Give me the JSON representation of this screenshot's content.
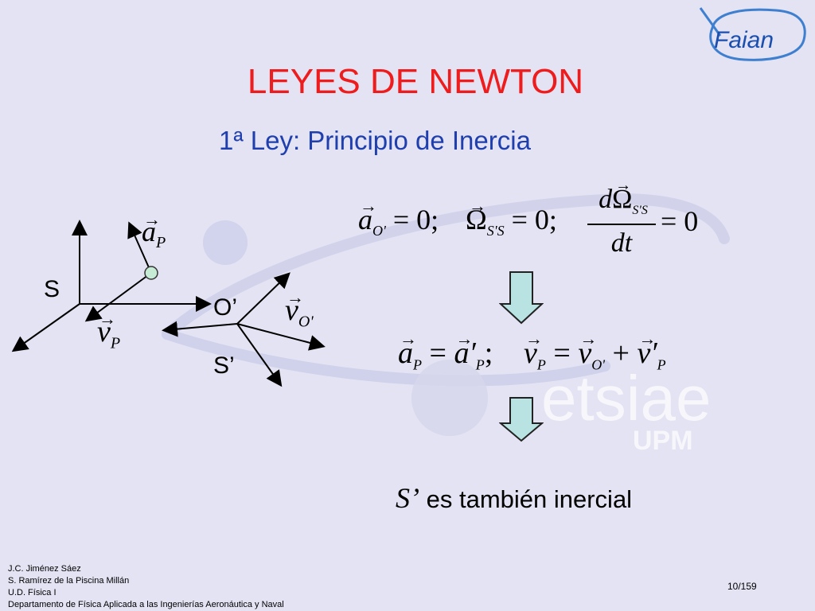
{
  "slide": {
    "title": "LEYES DE NEWTON",
    "subtitle": "1ª Ley: Principio de Inercia",
    "logo_text": "Faian",
    "watermark": {
      "main": "etsiae",
      "sub": "UPM"
    }
  },
  "diagram": {
    "frame_s_label": "S",
    "frame_s_prime_label": "S’",
    "origin_o_prime_label": "O’",
    "vector_a_p": "a",
    "vector_a_p_sub": "P",
    "vector_v_p": "v",
    "vector_v_p_sub": "P",
    "vector_v_o_prime": "v",
    "vector_v_o_prime_sub": "O'"
  },
  "equations": {
    "eq1": {
      "lhs": "a",
      "lhs_sub": "O'",
      "rhs": "= 0;"
    },
    "eq2": {
      "lhs": "Ω",
      "lhs_sub": "S'S",
      "rhs": "= 0;"
    },
    "eq3": {
      "num_d": "d",
      "num_sym": "Ω",
      "num_sub": "S'S",
      "den": "dt",
      "rhs": "= 0"
    },
    "eq4": {
      "a": "a",
      "a_sub": "P",
      "eq": "=",
      "a2": "a",
      "a2_mark": "′",
      "a2_sub": "P",
      "sep": ";"
    },
    "eq5": {
      "v": "v",
      "v_sub": "P",
      "eq": "=",
      "v2": "v",
      "v2_sub": "O'",
      "plus": "+",
      "v3": "v",
      "v3_mark": "′",
      "v3_sub": "P"
    }
  },
  "conclusion": {
    "symbol": "S’",
    "text": " es también inercial"
  },
  "footer": {
    "lines": [
      "J.C. Jiménez Sáez",
      "S. Ramírez de la Piscina Millán",
      "U.D. Física I",
      "Departamento de Física Aplicada a las Ingenierías Aeronáutica y Naval"
    ],
    "page": "10/159"
  },
  "colors": {
    "background": "#e3e3f3",
    "title": "#ee1c1c",
    "subtitle": "#1f3fae",
    "arrow_fill": "#b9e3e3"
  }
}
